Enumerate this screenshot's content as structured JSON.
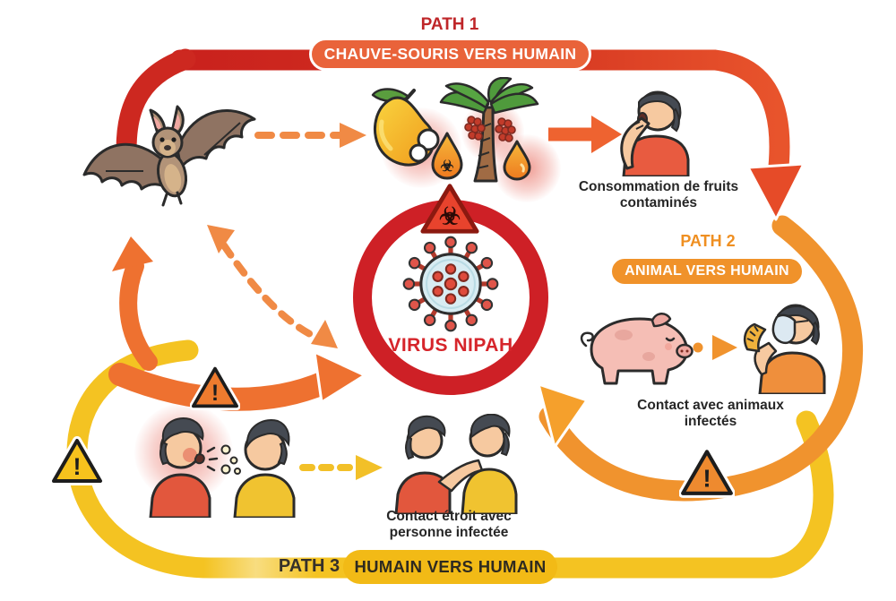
{
  "paths": {
    "path1": {
      "label": "PATH 1",
      "pill": "CHAUVE-SOURIS VERS HUMAIN",
      "band_color": "#cf2a22",
      "pill_color": "#e9633a"
    },
    "path2": {
      "label": "PATH 2",
      "pill": "ANIMAL VERS HUMAIN",
      "band_color": "#f0932e",
      "pill_color": "#f0922a"
    },
    "path3": {
      "label": "PATH 3",
      "pill": "HUMAIN VERS HUMAIN",
      "band_color": "#f4c322",
      "pill_color": "#f2ba16"
    }
  },
  "center": {
    "label": "VIRUS NIPAH",
    "ring_color": "#ce2026",
    "text_color": "#d6252b"
  },
  "captions": {
    "fruit": "Consommation de fruits contaminés",
    "animal": "Contact avec animaux infectés",
    "human": "Contact étroit avec personne infectée"
  },
  "symbols": {
    "biohazard": "☣",
    "exclamation": "!"
  },
  "colors": {
    "accent_orange": "#ee7130",
    "dashed_orange": "#f08a45",
    "text_dark": "#262626"
  }
}
